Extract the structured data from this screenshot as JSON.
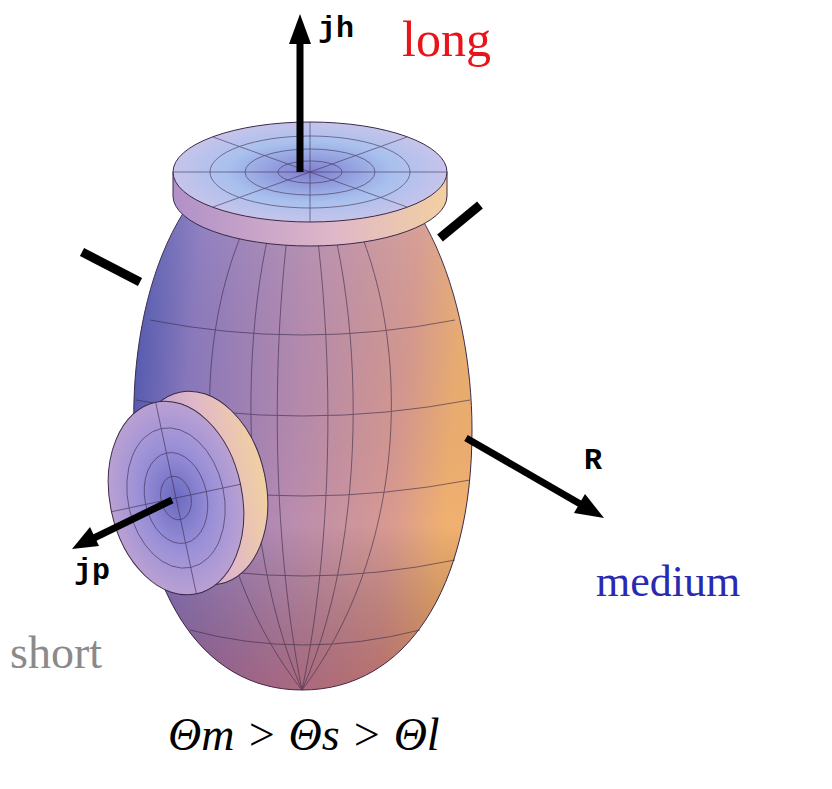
{
  "diagram": {
    "labels": [
      "jh",
      "long",
      "R",
      "medium",
      "jp",
      "short",
      "Θm > Θs > Θl"
    ]
  }
}
